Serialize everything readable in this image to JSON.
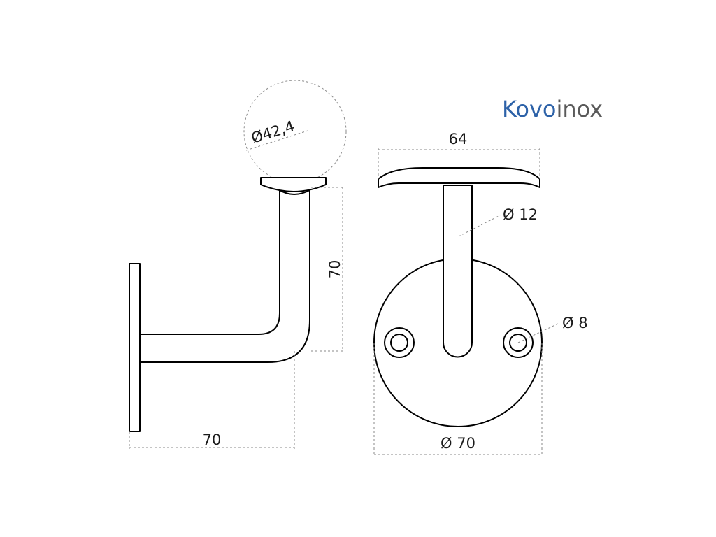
{
  "brand": {
    "part1": "Kovo",
    "part2": "inox",
    "color1": "#2d62a8",
    "color2": "#5a5a5a"
  },
  "dimensions": {
    "sphere_diameter": "Ø42,4",
    "arm_height": "70",
    "arm_length": "70",
    "top_width": "64",
    "rod_diameter": "Ø 12",
    "hole_diameter": "Ø 8",
    "base_diameter": "Ø 70"
  }
}
